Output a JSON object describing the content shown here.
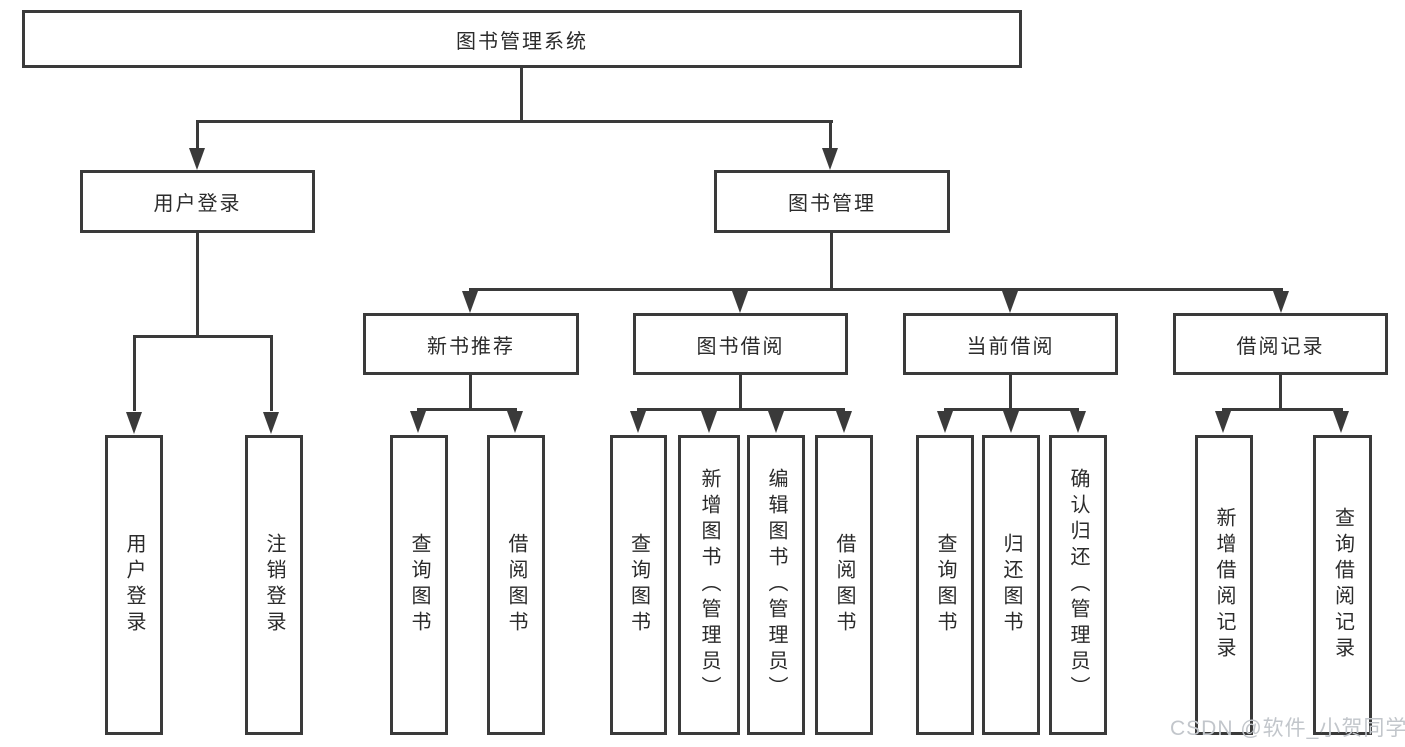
{
  "colors": {
    "line": "#3a3a3a",
    "text": "#2b2b2b",
    "background": "#ffffff",
    "watermark": "#c2c6cb"
  },
  "tree": {
    "label": "图书管理系统",
    "children": [
      {
        "label": "用户登录",
        "children": [
          {
            "label": "用户登录"
          },
          {
            "label": "注销登录"
          }
        ]
      },
      {
        "label": "图书管理",
        "children": [
          {
            "label": "新书推荐",
            "children": [
              {
                "label": "查询图书"
              },
              {
                "label": "借阅图书"
              }
            ]
          },
          {
            "label": "图书借阅",
            "children": [
              {
                "label": "查询图书"
              },
              {
                "label": "新增图书（管理员）"
              },
              {
                "label": "编辑图书（管理员）"
              },
              {
                "label": "借阅图书"
              }
            ]
          },
          {
            "label": "当前借阅",
            "children": [
              {
                "label": "查询图书"
              },
              {
                "label": "归还图书"
              },
              {
                "label": "确认归还（管理员）"
              }
            ]
          },
          {
            "label": "借阅记录",
            "children": [
              {
                "label": "新增借阅记录"
              },
              {
                "label": "查询借阅记录"
              }
            ]
          }
        ]
      }
    ]
  },
  "watermark": "CSDN @软件_小贺同学"
}
